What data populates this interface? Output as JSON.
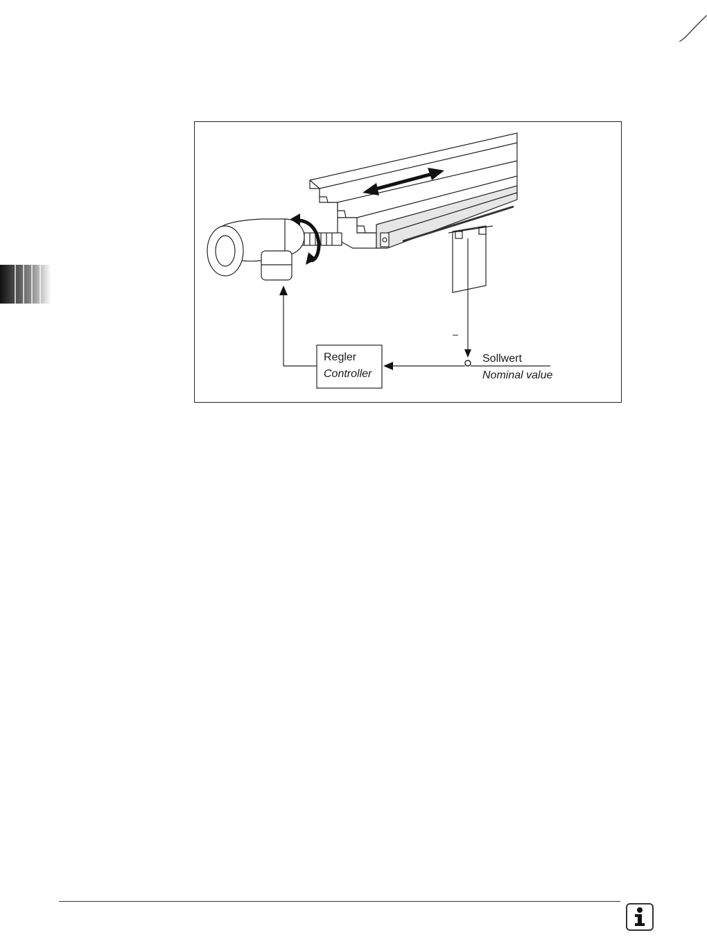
{
  "diagram": {
    "controller_label_de": "Regler",
    "controller_label_en": "Controller",
    "nominal_label_de": "Sollwert",
    "nominal_label_en": "Nominal value",
    "minus_sign": "–"
  },
  "icons": {
    "info": "info-icon"
  }
}
